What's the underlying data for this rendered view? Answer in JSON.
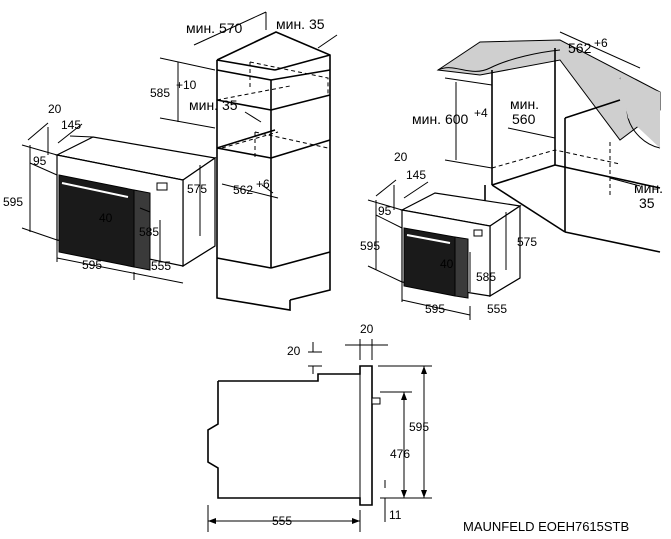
{
  "title": "MAUNFELD EOEH7615STB",
  "oven_left": {
    "top_gap": "20",
    "top_depth": "145",
    "panel_height": "95",
    "total_height": "595",
    "handle_gap": "40",
    "inner_height": "575",
    "cavity_height": "585",
    "width": "595",
    "depth": "555"
  },
  "cabinet_tall": {
    "width_min": "мин. 570",
    "side_gap_min": "мин. 35",
    "niche_height": "585",
    "niche_height_tol": "+10",
    "rear_gap_min": "мин. 35",
    "niche_depth": "562",
    "niche_depth_tol": "+6"
  },
  "cabinet_under": {
    "niche_depth": "562",
    "niche_depth_tol": "+6",
    "niche_height_min": "мин. 600",
    "niche_height_tol": "+4",
    "width_min": "мин.",
    "width_min_value": "560",
    "rear_gap_label": "мин.",
    "rear_gap_value": "35"
  },
  "oven_right": {
    "top_gap": "20",
    "top_depth": "145",
    "panel_height": "95",
    "total_height": "595",
    "handle_gap": "40",
    "inner_height": "575",
    "cavity_height": "585",
    "width": "595",
    "depth": "555"
  },
  "side_view": {
    "top_offset": "20",
    "front_thickness": "20",
    "total_height": "595",
    "inner_height": "476",
    "bottom_offset": "11",
    "depth": "555"
  }
}
